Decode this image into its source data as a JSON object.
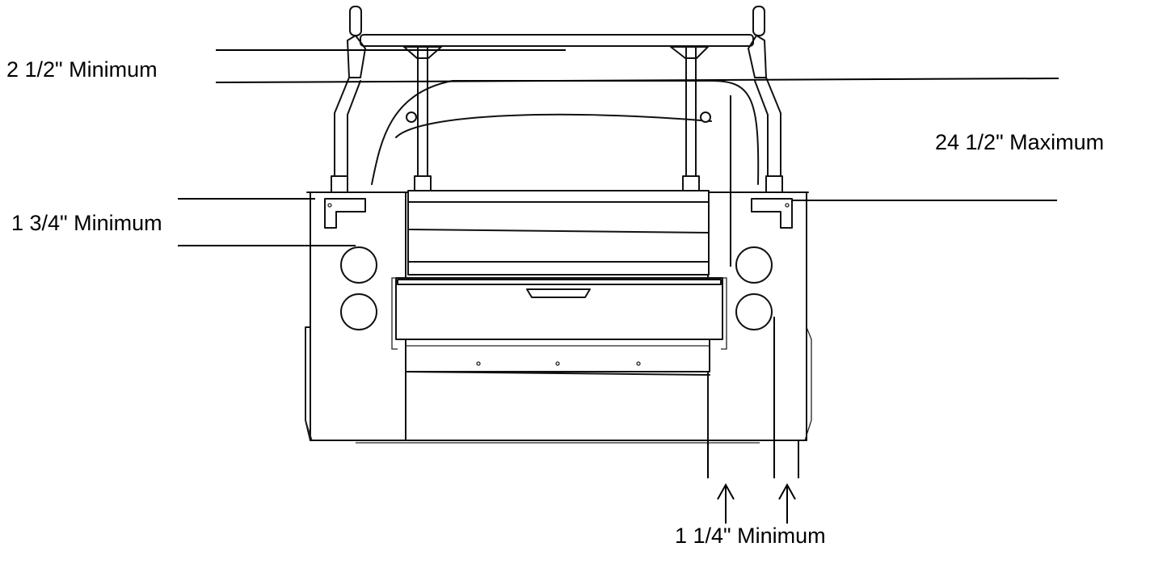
{
  "dimensions": {
    "top_clearance": "2 1/2\" Minimum",
    "overall_height": "24 1/2\" Maximum",
    "side_clearance": "1 3/4\" Minimum",
    "bottom_clearance": "1 1/4\" Minimum"
  },
  "colors": {
    "line": "#111111",
    "background": "#ffffff"
  }
}
